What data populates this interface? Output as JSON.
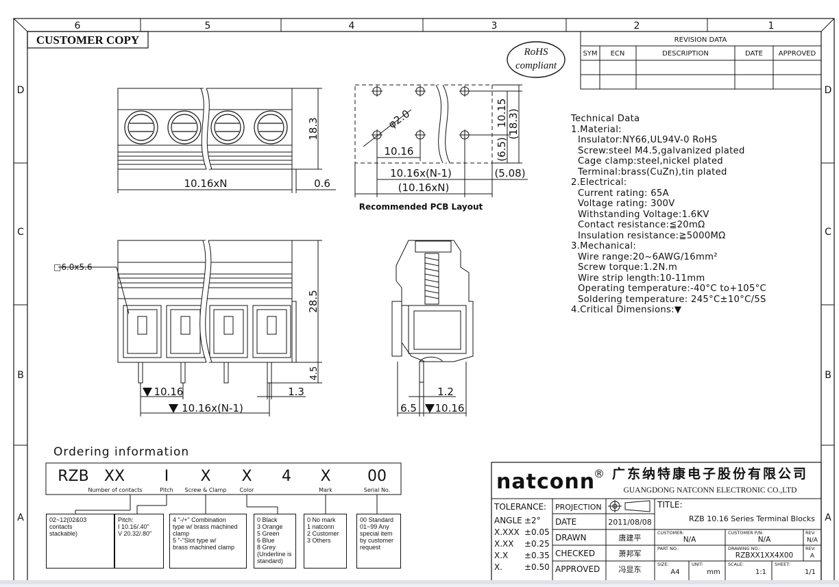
{
  "zones_top": [
    "6",
    "5",
    "4",
    "3",
    "2",
    "1"
  ],
  "zones_side": [
    "D",
    "C",
    "B",
    "A"
  ],
  "customer_copy": "CUSTOMER COPY",
  "rohs": {
    "line1": "RoHS",
    "line2": "compliant"
  },
  "revision": {
    "title": "REVISION DATA",
    "headers": [
      "SYM",
      "ECN",
      "DESCRIPTION",
      "DATE",
      "APPROVED"
    ]
  },
  "dims": {
    "top_height": "18.3",
    "pitch_n": "10.16xN",
    "gap": "0.6",
    "pcb_hole": "φ2.0",
    "pcb_pitch": "10.16",
    "pcb_h1": "10.15",
    "pcb_h2": "(18.3)",
    "pcb_h3": "(6.5)",
    "pcb_span": "10.16x(N-1)",
    "pcb_edge": "(5.08)",
    "pcb_total": "(10.16xN)",
    "front_wire": "□6.0x5.6",
    "front_height": "28.5",
    "front_pin": "4.5",
    "front_pitch": "10.16",
    "front_pin_w": "1.3",
    "front_span": "10.16x(N-1)",
    "side_pin_w": "1.2",
    "side_a": "6.5",
    "side_b": "10.16"
  },
  "pcb_caption": "Recommended PCB  Layout",
  "tech": {
    "title": "Technical  Data",
    "lines": [
      {
        "t": "1.Material:",
        "i": false
      },
      {
        "t": "Insulator:NY66,UL94V-0  RoHS",
        "i": true
      },
      {
        "t": "Screw:steel  M4.5,galvanized  plated",
        "i": true
      },
      {
        "t": "Cage  clamp:steel,nickel  plated",
        "i": true
      },
      {
        "t": "Terminal:brass(CuZn),tin  plated",
        "i": true
      },
      {
        "t": "2.Electrical:",
        "i": false
      },
      {
        "t": "Current  rating:          65A",
        "i": true
      },
      {
        "t": "Voltage  rating:          300V",
        "i": true
      },
      {
        "t": "Withstanding  Voltage:1.6KV",
        "i": true
      },
      {
        "t": "Contact  resistance:≦20mΩ",
        "i": true
      },
      {
        "t": "Insulation  resistance:≧5000MΩ",
        "i": true
      },
      {
        "t": "3.Mechanical:",
        "i": false
      },
      {
        "t": "Wire  range:20~6AWG/16mm²",
        "i": true
      },
      {
        "t": "Screw  torque:1.2N.m",
        "i": true
      },
      {
        "t": "Wire  strip  length:10-11mm",
        "i": true
      },
      {
        "t": "Operating  temperature:-40°C  to+105°C",
        "i": true
      },
      {
        "t": "Soldering  temperature:  245°C±10°C/5S",
        "i": true
      },
      {
        "t": "4.Critical  Dimensions:▼",
        "i": false
      }
    ]
  },
  "ordering": {
    "title": "Ordering  information",
    "codes": [
      "RZB",
      "XX",
      "I",
      "X",
      "X",
      "4",
      "X",
      "00"
    ],
    "labels": [
      "Number of contacts",
      "Pitch",
      "Screw & Clamp",
      "Color",
      "Mark",
      "Serial No."
    ],
    "boxes": [
      "02~12(02&03\ncontacts\nstackable)",
      "Pitch:\nI  10.16/.40\"\nV  20.32/.80\"",
      "4  \"-/+\" Combination\ntype w/ brass machined\nclamp\n5  \"-\"Slot type w/\nbrass machined clamp",
      "0  Black\n3  Orange\n5  Green\n6  Blue\n8  Grey\n(Underline is\nstandard)",
      "0  No mark\n1  natconn\n2  Customer\n3  Others",
      "00 Standard\n01~99 Any\nspecial item\nby customer\nrequest"
    ]
  },
  "title_block": {
    "brand": "natconn",
    "reg": "®",
    "cn_name": "广东纳特康电子股份有限公司",
    "en_name": "GUANGDONG NATCONN ELECTRONIC CO.,LTD",
    "tolerance": "TOLERANCE:",
    "tol_rows": [
      [
        "ANGLE",
        "±2°"
      ],
      [
        "X.XXX",
        "±0.05"
      ],
      [
        "X.XX",
        "±0.25"
      ],
      [
        "X.X",
        "±0.35"
      ],
      [
        "X.",
        "±0.50"
      ]
    ],
    "projection": "PROJECTION",
    "date_label": "DATE",
    "date": "2011/08/08",
    "drawn_label": "DRAWN",
    "drawn": "唐建平",
    "checked_label": "CHECKED",
    "checked": "萧邦军",
    "approved_label": "APPROVED",
    "approved": "冯显东",
    "title_label": "TITLE:",
    "title": "RZB 10.16 Series Terminal Blocks",
    "customer_label": "CUSTOMER:",
    "customer": "N/A",
    "customer_pn_label": "CUSTOMER P/N:",
    "customer_pn": "N/A",
    "rev_label": "REV:",
    "rev1": "N/A",
    "rev2": "A",
    "part_label": "PART NO.:",
    "drawing_label": "DRAWING NO.:",
    "drawing": "RZBXX1XX4X00",
    "size_label": "SIZE:",
    "size": "A4",
    "unit_label": "UNIT:",
    "unit": "mm",
    "scale_label": "SCALE:",
    "scale": "1:1",
    "sheet_label": "SHEET:",
    "sheet": "1/1"
  }
}
